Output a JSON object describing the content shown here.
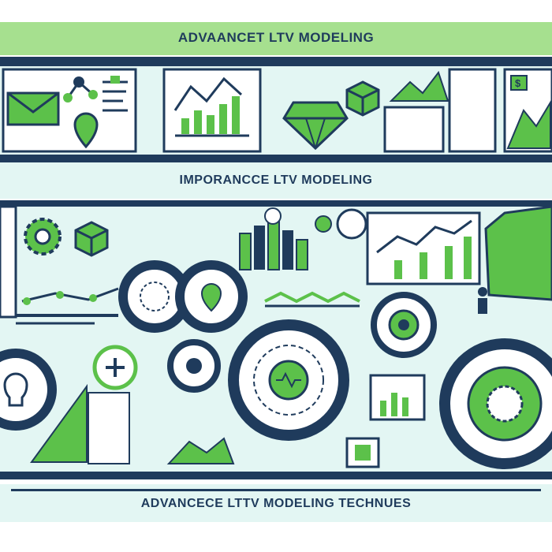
{
  "banner_top": {
    "title": "ADVAANCET LTV MODELING"
  },
  "banner_middle": {
    "title": "IMPORANCCE LTV MODELING"
  },
  "banner_bottom": {
    "title": "ADVANCECE LTTV MODELING TECHNUES"
  },
  "palette": {
    "navy": "#1f3b5c",
    "green": "#5cc14a",
    "light_green": "#b8e6a8",
    "mint": "#e3f6f3",
    "white": "#ffffff"
  },
  "icons": [
    "envelope-icon",
    "network-icon",
    "line-chart-icon",
    "diamond-icon",
    "hexagon-cube-icon",
    "dollar-icon",
    "mountain-icon",
    "cube-icon",
    "gear-icon",
    "target-icon",
    "lightbulb-icon",
    "plus-icon",
    "person-icon",
    "map-pin-icon"
  ]
}
